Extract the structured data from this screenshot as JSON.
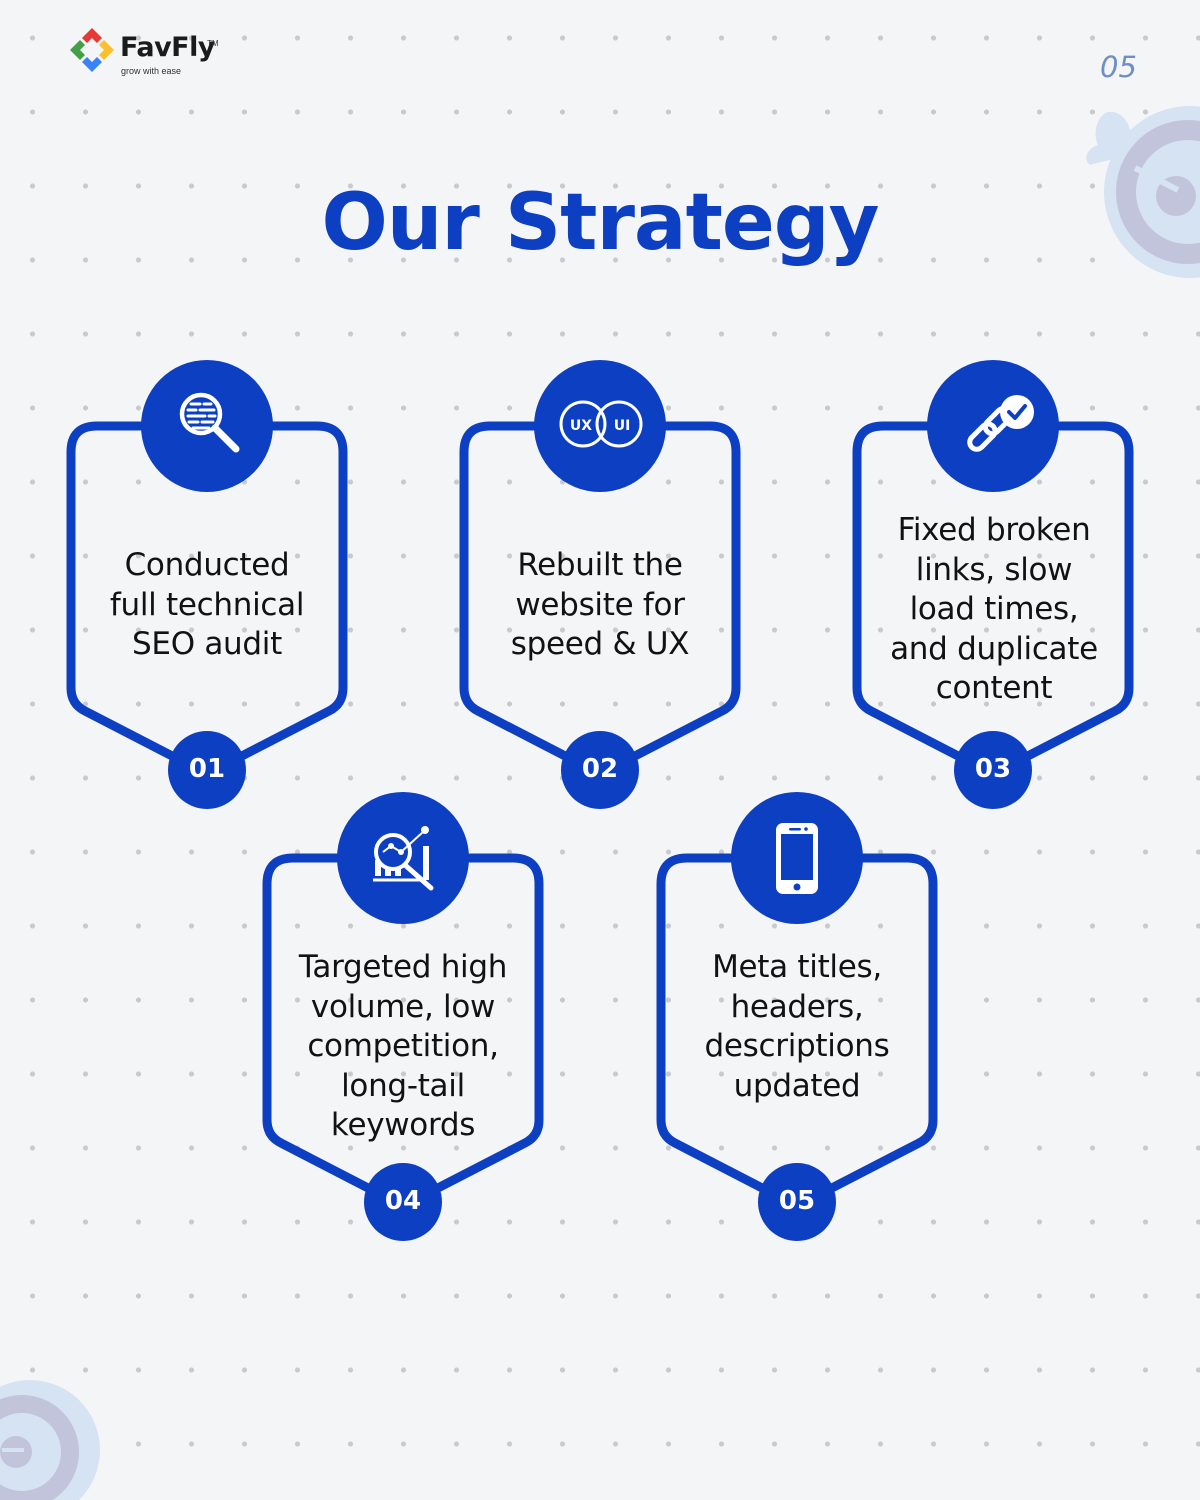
{
  "brand": {
    "name": "FavFly",
    "trademark": "TM",
    "tagline": "grow with ease",
    "logo_colors": [
      "#e53935",
      "#fbc02d",
      "#43a047",
      "#3b82f6"
    ]
  },
  "page_number": "05",
  "title": "Our Strategy",
  "colors": {
    "primary": "#0d3fc2",
    "background": "#f4f5f6",
    "text": "#121212",
    "decor_light": "#d6e3f3",
    "decor_dark": "#c2c4dc"
  },
  "steps": [
    {
      "number": "01",
      "icon": "seo-audit-magnifier-icon",
      "lines": [
        "Conducted",
        "full technical",
        "SEO audit"
      ]
    },
    {
      "number": "02",
      "icon": "ux-ui-venn-icon",
      "lines": [
        "Rebuilt the",
        "website for",
        "speed & UX"
      ]
    },
    {
      "number": "03",
      "icon": "link-check-icon",
      "lines": [
        "Fixed broken",
        "links, slow",
        "load times,",
        "and duplicate",
        "content"
      ]
    },
    {
      "number": "04",
      "icon": "keyword-analytics-icon",
      "lines": [
        "Targeted high",
        "volume, low",
        "competition,",
        "long-tail",
        "keywords"
      ]
    },
    {
      "number": "05",
      "icon": "mobile-phone-icon",
      "lines": [
        "Meta titles,",
        "headers,",
        "descriptions",
        "updated"
      ]
    }
  ],
  "icon_labels": {
    "ux": "UX",
    "ui": "UI"
  }
}
